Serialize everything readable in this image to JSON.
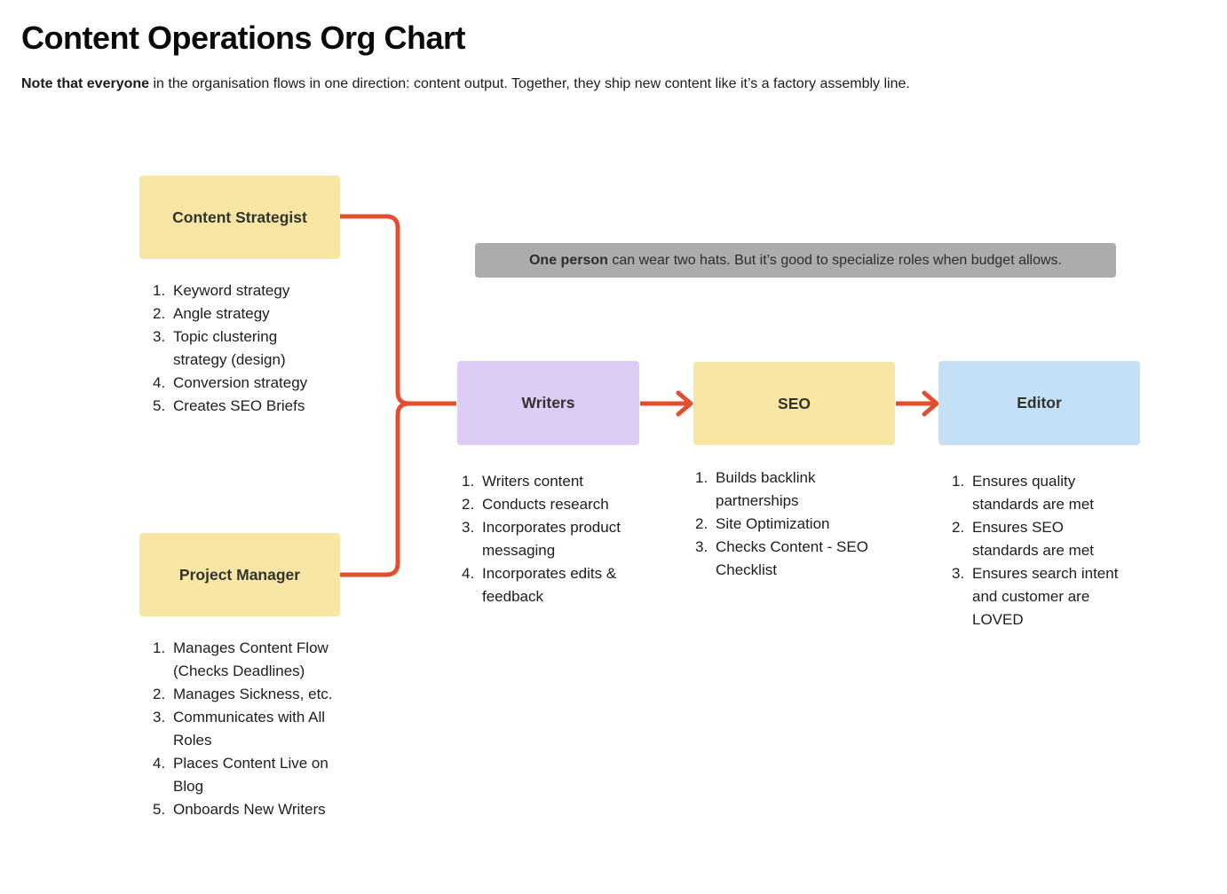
{
  "header": {
    "title": "Content Operations Org Chart",
    "subtitle_bold": "Note that everyone",
    "subtitle_rest": " in the organisation flows in one direction: content output. Together, they ship new content like it’s a factory assembly line."
  },
  "note": {
    "bold": "One person",
    "rest": " can wear two hats. But it’s good to specialize roles when budget allows."
  },
  "colors": {
    "yellow": "#F8E7A4",
    "purple": "#DDCDF6",
    "blue": "#C3E0F6",
    "gray": "#ACACAC",
    "connector": "#E04F2F"
  },
  "nodes": {
    "content_strategist": {
      "label": "Content Strategist",
      "color": "yellow",
      "duties": [
        "Keyword strategy",
        "Angle strategy",
        "Topic clustering\nstrategy (design)",
        "Conversion strategy",
        "Creates SEO Briefs"
      ]
    },
    "project_manager": {
      "label": "Project Manager",
      "color": "yellow",
      "duties": [
        "Manages Content Flow\n(Checks Deadlines)",
        "Manages Sickness, etc.",
        "Communicates with All\nRoles",
        "Places Content Live on\nBlog",
        "Onboards New Writers"
      ]
    },
    "writers": {
      "label": "Writers",
      "color": "purple",
      "duties": [
        "Writers content",
        "Conducts research",
        "Incorporates product\nmessaging",
        "Incorporates edits &\nfeedback"
      ]
    },
    "seo": {
      "label": "SEO",
      "color": "yellow",
      "duties": [
        "Builds backlink\npartnerships",
        "Site Optimization",
        "Checks Content - SEO\nChecklist"
      ]
    },
    "editor": {
      "label": "Editor",
      "color": "blue",
      "duties": [
        "Ensures quality\nstandards are met",
        "Ensures SEO\nstandards are met",
        "Ensures search intent\nand customer are\nLOVED"
      ]
    }
  },
  "edges": [
    {
      "from": "Content Strategist",
      "to": "Writers"
    },
    {
      "from": "Project Manager",
      "to": "Writers"
    },
    {
      "from": "Writers",
      "to": "SEO"
    },
    {
      "from": "SEO",
      "to": "Editor"
    }
  ]
}
